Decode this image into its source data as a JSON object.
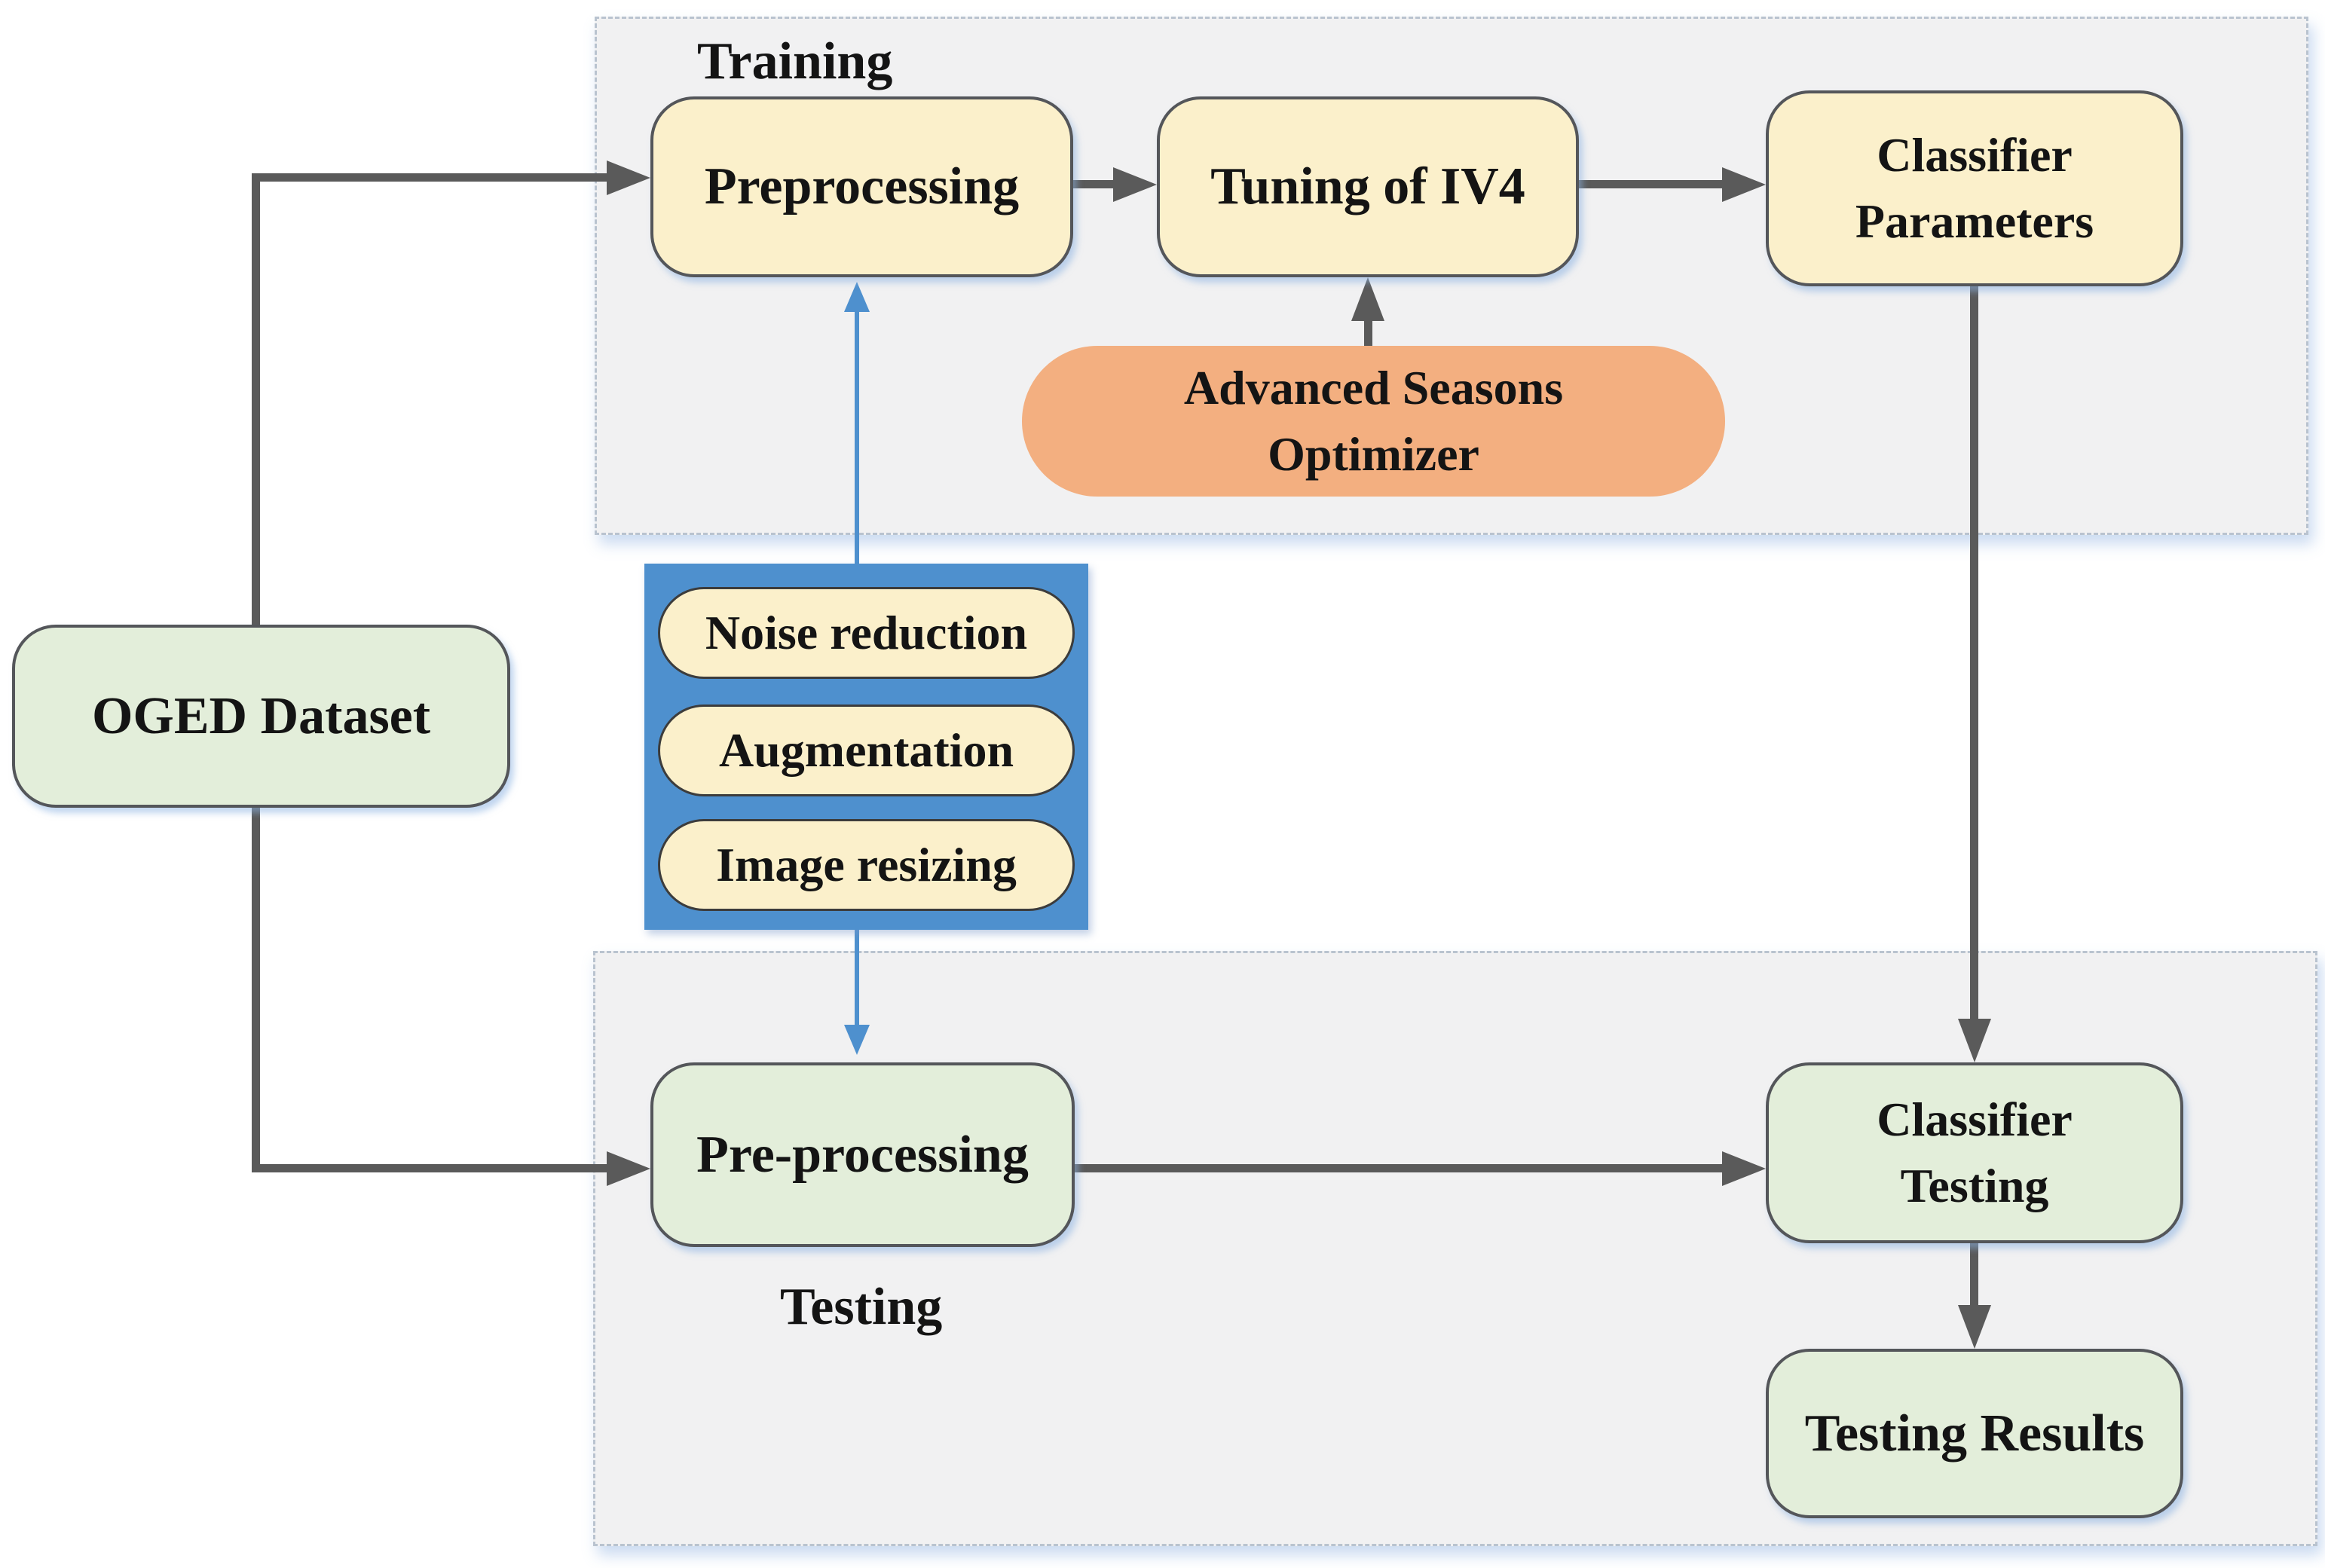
{
  "colors": {
    "node_yellow": "#FBF0CB",
    "node_green": "#E3EEDA",
    "node_orange": "#F3AF80",
    "panel_blue": "#4E90CE",
    "panel_gray": "#F1F1F2",
    "arrow_gray": "#5A5A5A",
    "arrow_blue": "#4E90CE",
    "border_dark": "#54565A",
    "text": "#141414"
  },
  "sections": {
    "training_label": "Training",
    "testing_label": "Testing"
  },
  "nodes": {
    "oged_dataset": {
      "label": "OGED Dataset"
    },
    "preprocessing": {
      "label": "Preprocessing"
    },
    "tuning_iv4": {
      "label": "Tuning of IV4"
    },
    "classifier_parameters": {
      "line1": "Classifier",
      "line2": "Parameters"
    },
    "advanced_seasons_optimizer": {
      "line1": "Advanced Seasons",
      "line2": "Optimizer"
    },
    "pre_processing": {
      "label": "Pre-processing"
    },
    "classifier_testing": {
      "line1": "Classifier",
      "line2": "Testing"
    },
    "testing_results": {
      "label": "Testing Results"
    }
  },
  "preprocessing_steps": {
    "items": [
      {
        "label": "Noise reduction"
      },
      {
        "label": "Augmentation"
      },
      {
        "label": "Image resizing"
      }
    ]
  }
}
